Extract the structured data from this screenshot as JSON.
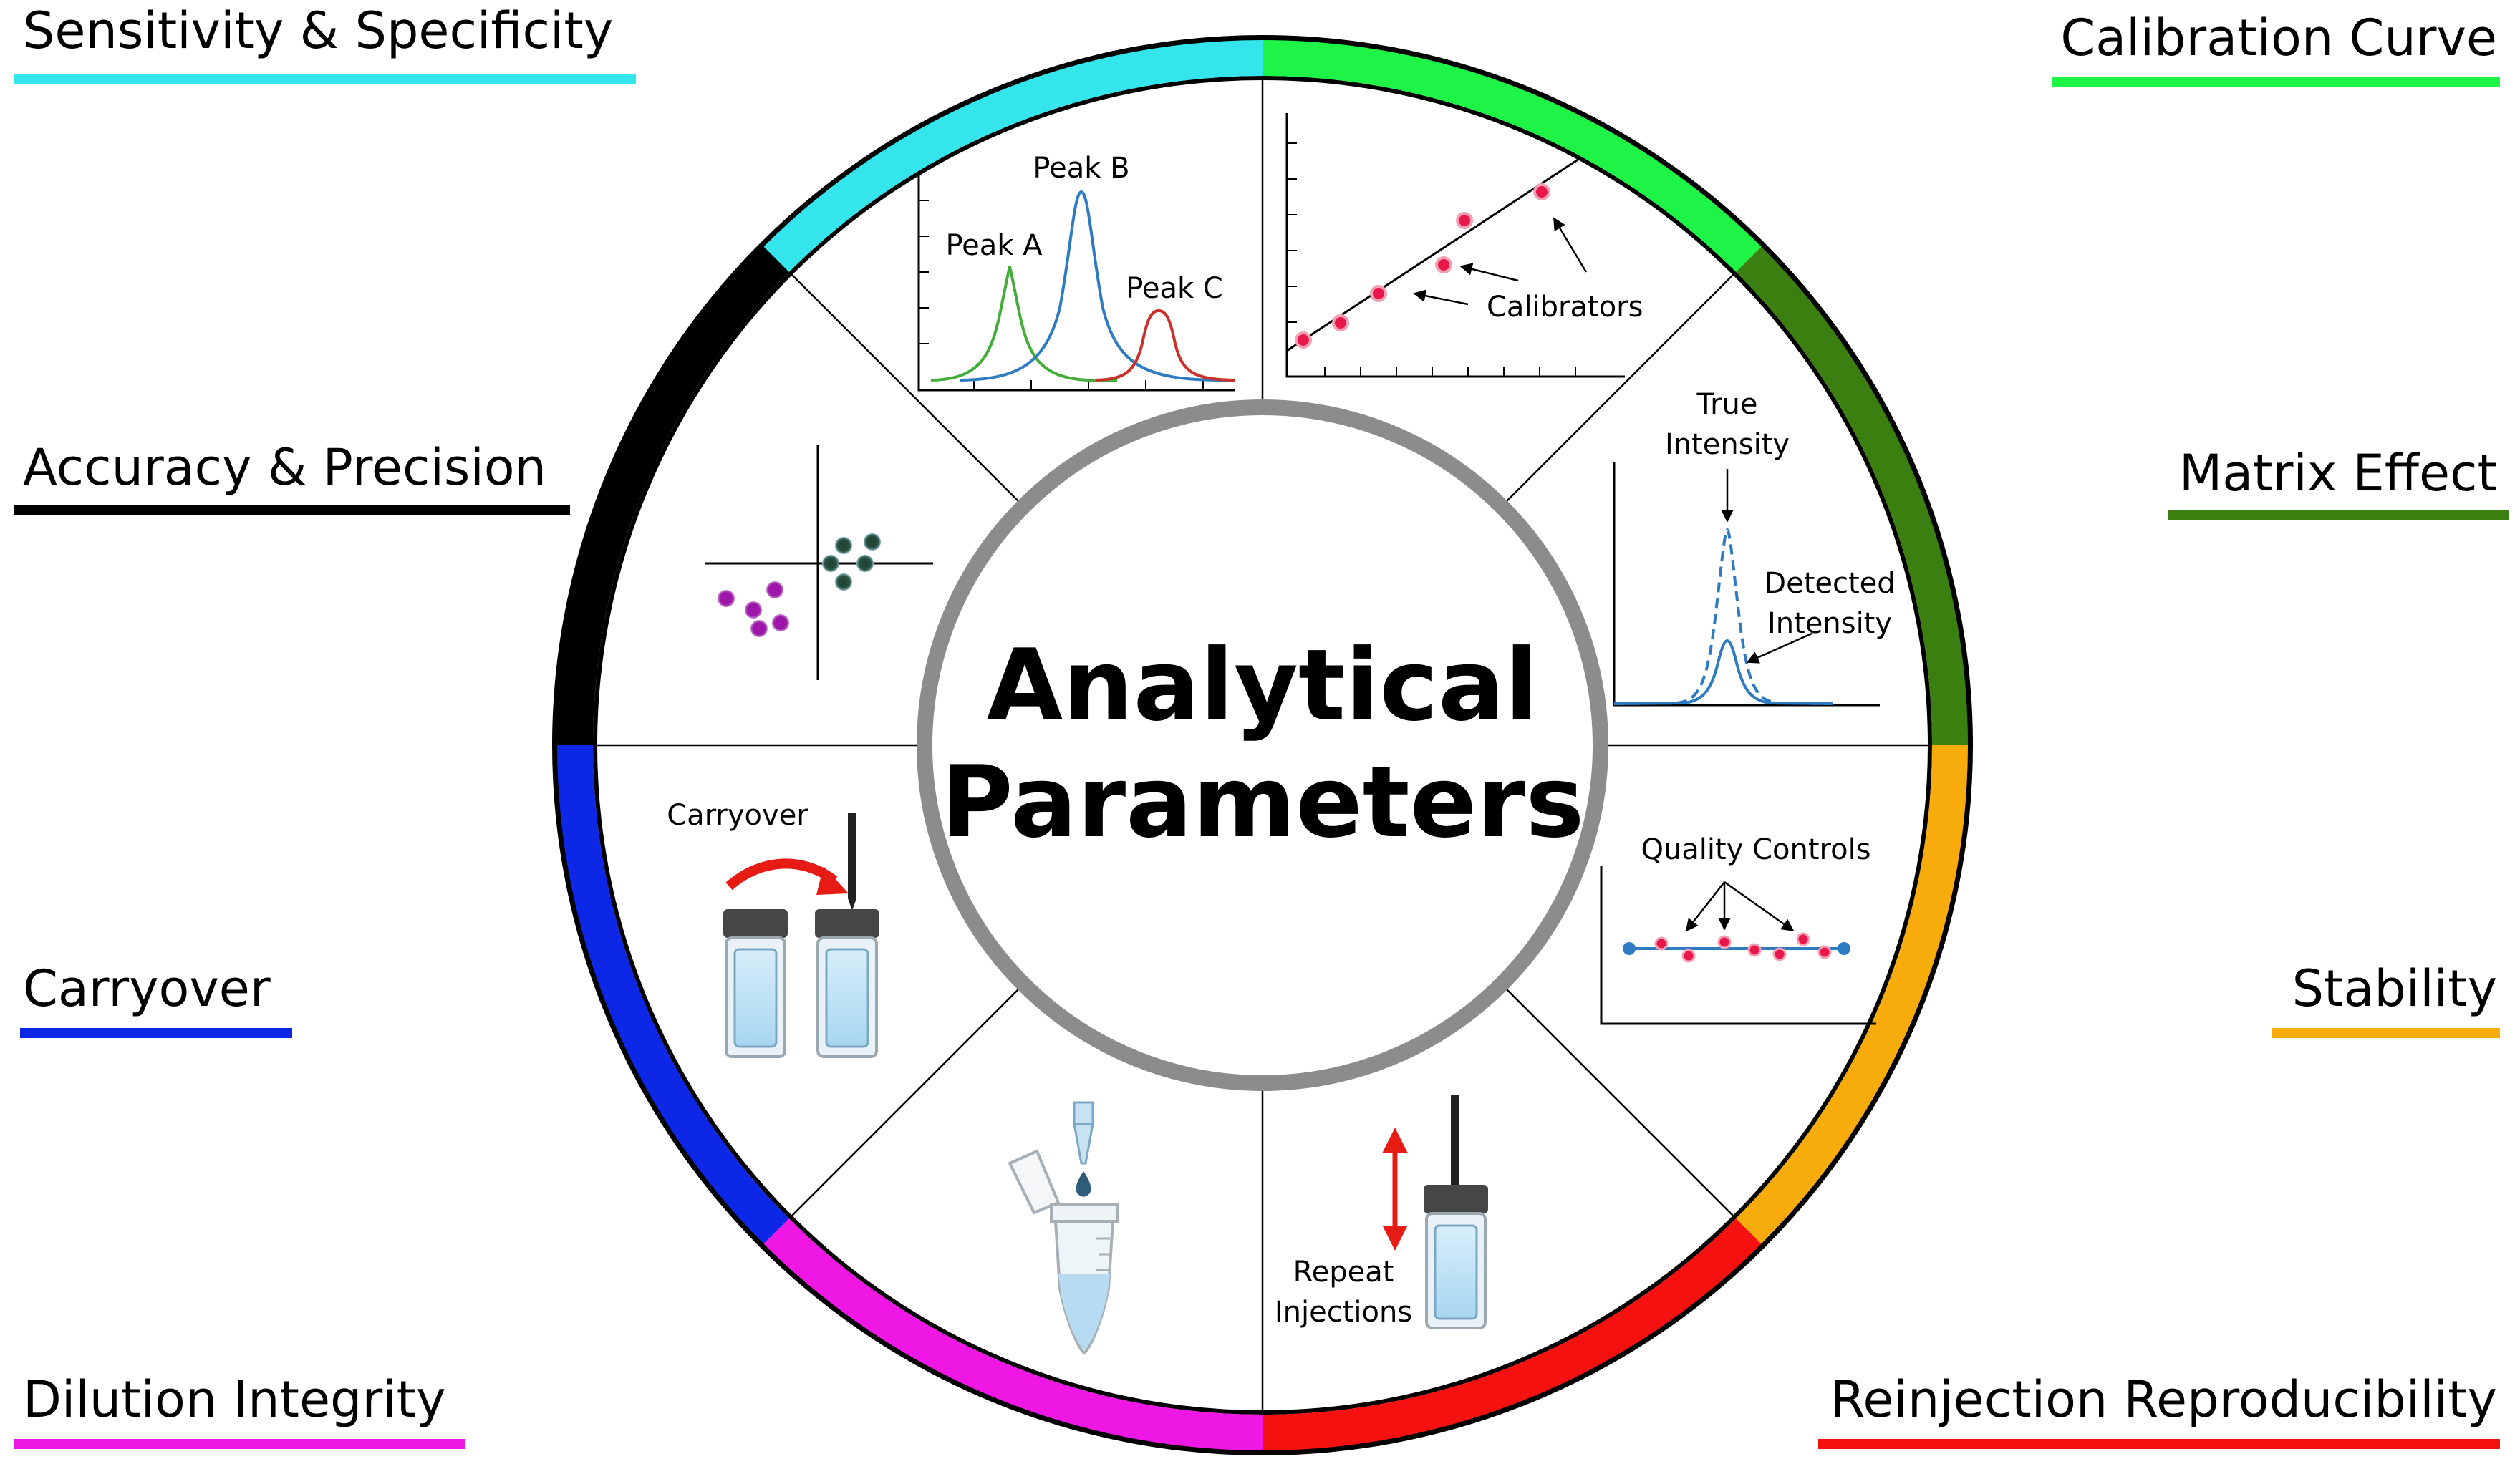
{
  "center_title": {
    "line1": "Analytical",
    "line2": "Parameters"
  },
  "parameters": [
    {
      "label": "Sensitivity & Specificity",
      "color": "#35e5ec"
    },
    {
      "label": "Calibration Curve",
      "color": "#1ef446"
    },
    {
      "label": "Matrix Effect",
      "color": "#3a7f10"
    },
    {
      "label": "Stability",
      "color": "#f8ac0c"
    },
    {
      "label": "Reinjection Reproducibility",
      "color": "#f5110f"
    },
    {
      "label": "Dilution Integrity",
      "color": "#ee17e4"
    },
    {
      "label": "Carryover",
      "color": "#0d27e6"
    },
    {
      "label": "Accuracy & Precision",
      "color": "#000000"
    }
  ],
  "panels": {
    "chromatogram": {
      "peak_a": "Peak A",
      "peak_b": "Peak B",
      "peak_c": "Peak C"
    },
    "calibration": {
      "label": "Calibrators"
    },
    "matrix": {
      "true_line1": "True",
      "true_line2": "Intensity",
      "detected_line1": "Detected",
      "detected_line2": "Intensity"
    },
    "stability": {
      "label": "Quality Controls"
    },
    "reinjection": {
      "line1": "Repeat",
      "line2": "Injections"
    },
    "carryover": {
      "label": "Carryover"
    }
  }
}
